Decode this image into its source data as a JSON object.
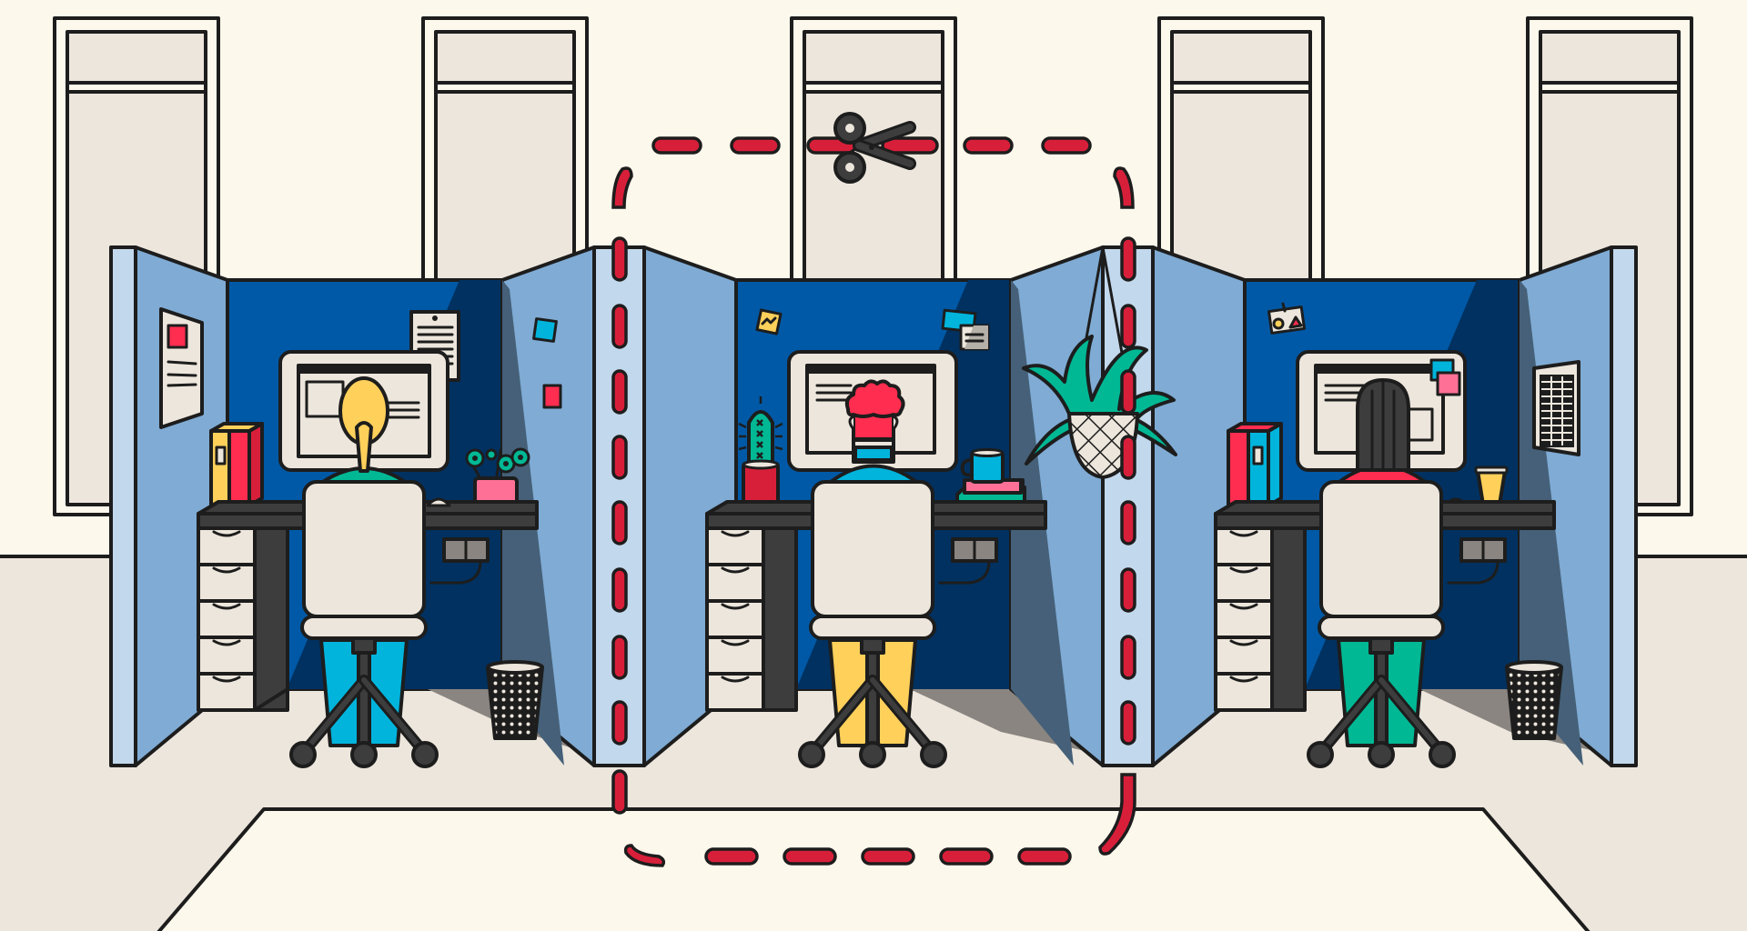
{
  "illustration": {
    "title": "Office cubicles with dashed cut line around middle desk",
    "description": "Three open-plan office cubicles viewed from behind; the middle cubicle is surrounded by a red dashed cut-line with scissors",
    "colors": {
      "background": "#fdf8ec",
      "floor": "#ede6dc",
      "window_glass": "#ede6dc",
      "panel_light": "#c2d8ec",
      "panel_mid": "#7fabd4",
      "back_wall": "#0059a6",
      "back_wall_shadow": "#003160",
      "side_shadow": "#456078",
      "desk": "#3d3d3d",
      "drawer": "#ede6dc",
      "cut_line": "#d81f3a",
      "outline": "#1d1d1d"
    },
    "windows": [
      {
        "id": "window-1"
      },
      {
        "id": "window-2"
      },
      {
        "id": "window-3"
      },
      {
        "id": "window-4"
      },
      {
        "id": "window-5"
      }
    ],
    "cubicles": [
      {
        "id": "left",
        "worker": {
          "hair": "blonde ponytail",
          "hair_color": "#ffd05a",
          "shirt_color": "#00b894",
          "pants_color": "#00b4dc",
          "shoe_color": "#ff2d4f"
        },
        "desk_items": [
          "yellow binder",
          "red binder",
          "keyboard mouse",
          "pink flower pot",
          "power socket"
        ],
        "wall_items": [
          "poster with chart",
          "pinned note",
          "blue sticky note",
          "red memo"
        ],
        "floor_items": [
          "waste basket"
        ]
      },
      {
        "id": "middle",
        "selected": true,
        "worker": {
          "hair": "red curly",
          "hair_color": "#ff2d4f",
          "shirt_color": "#00b4dc",
          "pants_color": "#ffd05a",
          "shoe_color": "#00b4dc"
        },
        "desk_items": [
          "cactus in red pot",
          "blue mug",
          "stacked books",
          "power socket"
        ],
        "wall_items": [
          "yellow sticky note",
          "blue note",
          "id badge"
        ],
        "hanging_items": [
          "hanging plant"
        ]
      },
      {
        "id": "right",
        "worker": {
          "hair": "long black",
          "hair_color": "#3d3d3d",
          "shirt_color": "#ff2d4f",
          "pants_color": "#00b894",
          "shoe_color": "#ede6dc"
        },
        "desk_items": [
          "red binder",
          "blue binder",
          "mouse",
          "coffee cup",
          "power socket"
        ],
        "wall_items": [
          "badge with shapes",
          "calendar sheet",
          "sticky notes on monitor"
        ],
        "floor_items": [
          "waste basket"
        ]
      }
    ],
    "cut_line": {
      "style": "dashed",
      "icon": "scissors-icon",
      "color": "#d81f3a"
    }
  }
}
